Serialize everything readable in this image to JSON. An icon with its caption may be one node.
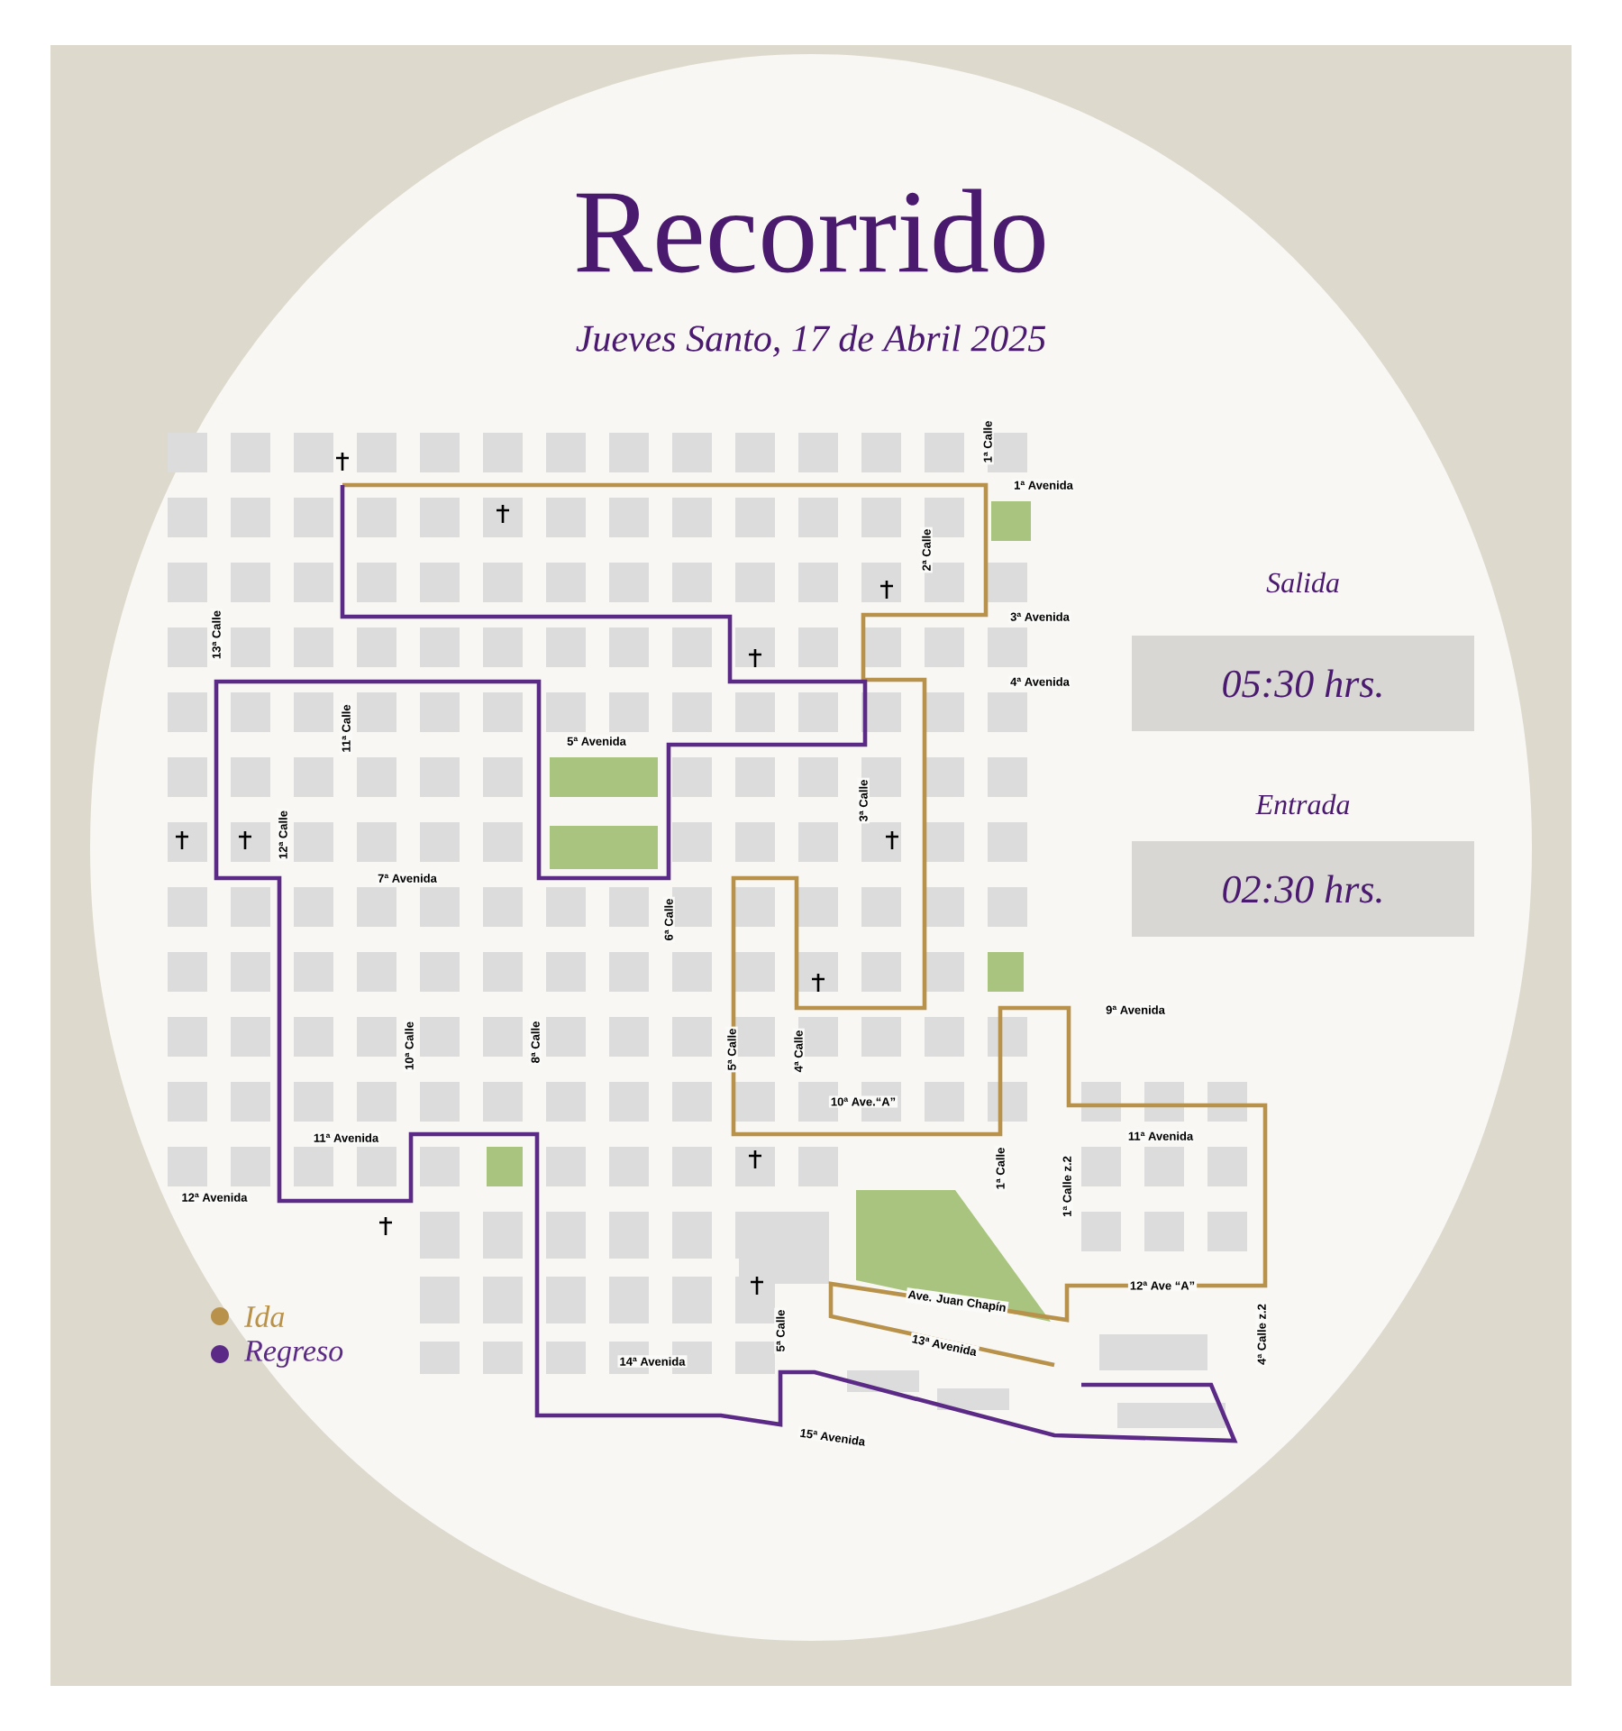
{
  "diagram": {
    "title": "Recorrido",
    "caption": "Jueves Santo, 17 de Abril 2025",
    "nodes": [
      {
        "text": [
          "Salida",
          "05:30 hrs."
        ]
      },
      {
        "text": [
          "Entrada",
          "02:30 hrs."
        ]
      }
    ],
    "labels": [
      "1ª Calle",
      "1ª Avenida",
      "2ª Calle",
      "3ª Avenida",
      "4ª Avenida",
      "13ª Calle",
      "11ª Calle",
      "5ª Avenida",
      "12ª Calle",
      "7ª Avenida",
      "3ª Calle",
      "6ª Calle",
      "9ª Avenida",
      "10ª Calle",
      "8ª Calle",
      "5ª Calle",
      "4ª Calle",
      "10ª Ave.“A”",
      "11ª Avenida",
      "11ª Avenida",
      "1ª Calle",
      "1ª Calle z.2",
      "12ª Avenida",
      "Ave. Juan Chapín",
      "12ª Ave “A”",
      "5ª Calle",
      "13ª Avenida",
      "4ª Calle z.2",
      "14ª Avenida",
      "15ª Avenida"
    ],
    "legend": [
      {
        "text": "Ida",
        "color": "#b8924a"
      },
      {
        "text": "Regreso",
        "color": "#5b2a86"
      }
    ]
  }
}
